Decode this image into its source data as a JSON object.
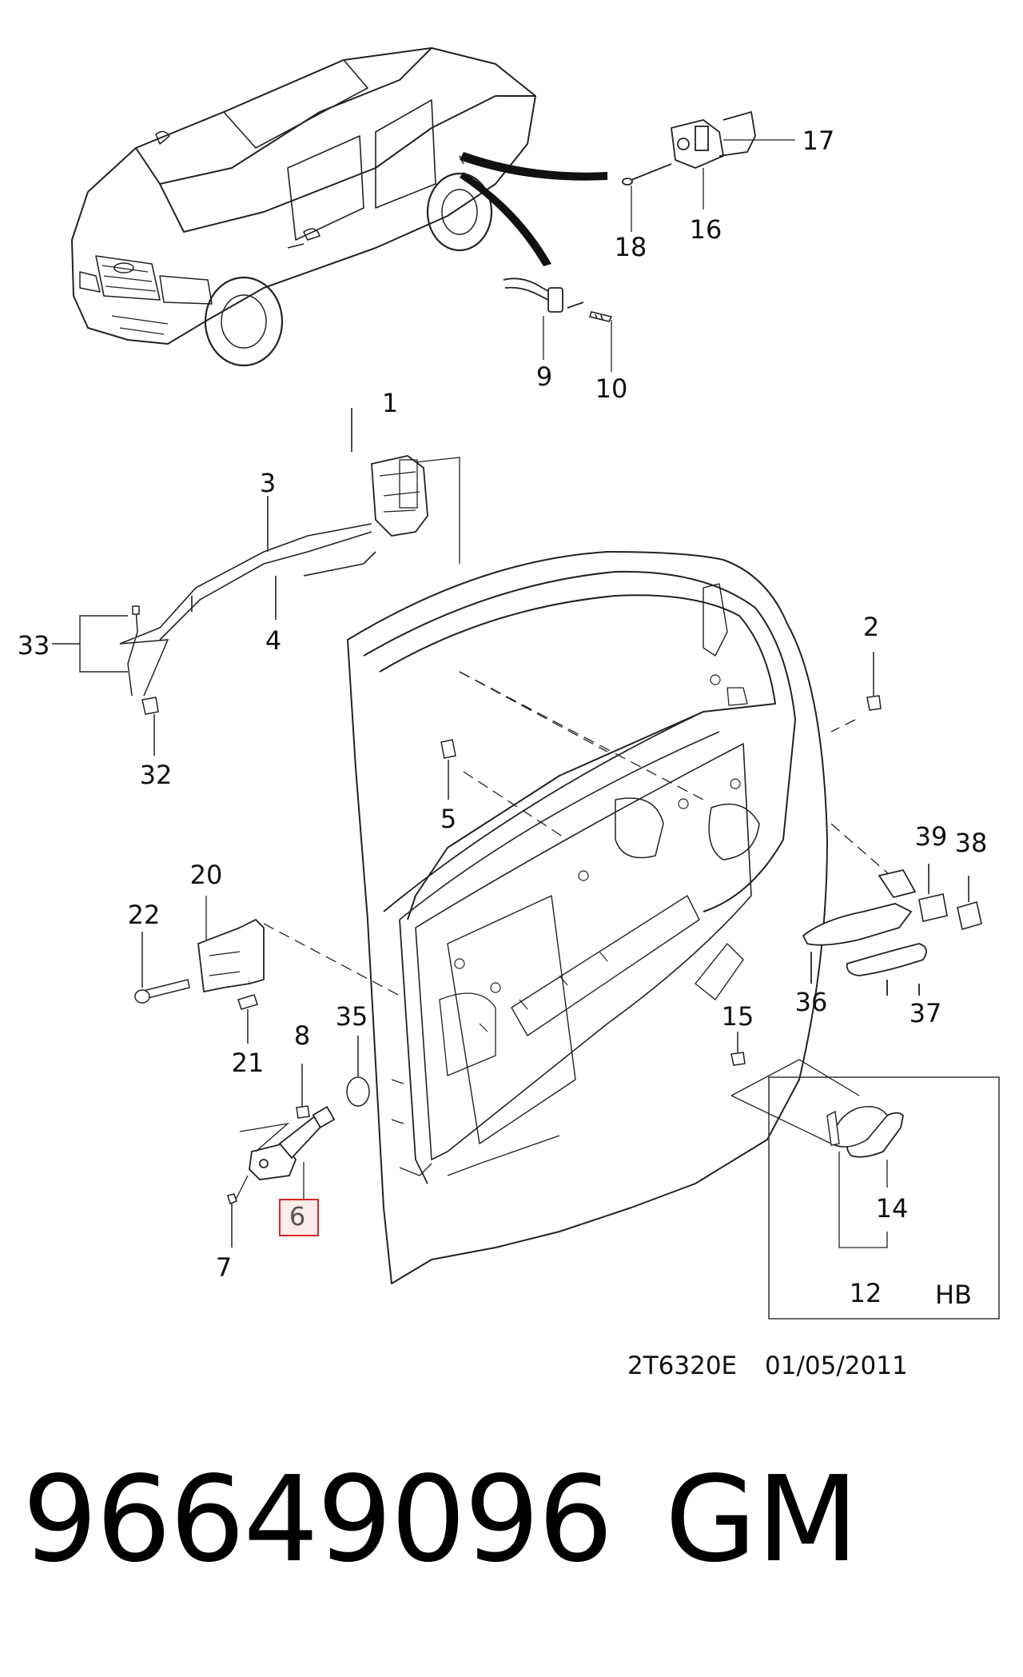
{
  "callouts": [
    {
      "id": "c1",
      "text": "1"
    },
    {
      "id": "c2",
      "text": "2"
    },
    {
      "id": "c3",
      "text": "3"
    },
    {
      "id": "c4",
      "text": "4"
    },
    {
      "id": "c5",
      "text": "5"
    },
    {
      "id": "c6",
      "text": "6"
    },
    {
      "id": "c7",
      "text": "7"
    },
    {
      "id": "c8",
      "text": "8"
    },
    {
      "id": "c9",
      "text": "9"
    },
    {
      "id": "c10",
      "text": "10"
    },
    {
      "id": "c12",
      "text": "12"
    },
    {
      "id": "c14",
      "text": "14"
    },
    {
      "id": "c15",
      "text": "15"
    },
    {
      "id": "c16",
      "text": "16"
    },
    {
      "id": "c17",
      "text": "17"
    },
    {
      "id": "c18",
      "text": "18"
    },
    {
      "id": "c20",
      "text": "20"
    },
    {
      "id": "c21",
      "text": "21"
    },
    {
      "id": "c22",
      "text": "22"
    },
    {
      "id": "c32",
      "text": "32"
    },
    {
      "id": "c33",
      "text": "33"
    },
    {
      "id": "c35",
      "text": "35"
    },
    {
      "id": "c36",
      "text": "36"
    },
    {
      "id": "c37",
      "text": "37"
    },
    {
      "id": "c38",
      "text": "38"
    },
    {
      "id": "c39",
      "text": "39"
    }
  ],
  "highlighted_callout": "6",
  "highlight_color": "#d9262b",
  "highlight_fill": "#f7dcdc",
  "variant_label": "HB",
  "drawing_code": "2T6320E",
  "drawing_date": "01/05/2011",
  "part_number": "96649096",
  "brand": "GM"
}
